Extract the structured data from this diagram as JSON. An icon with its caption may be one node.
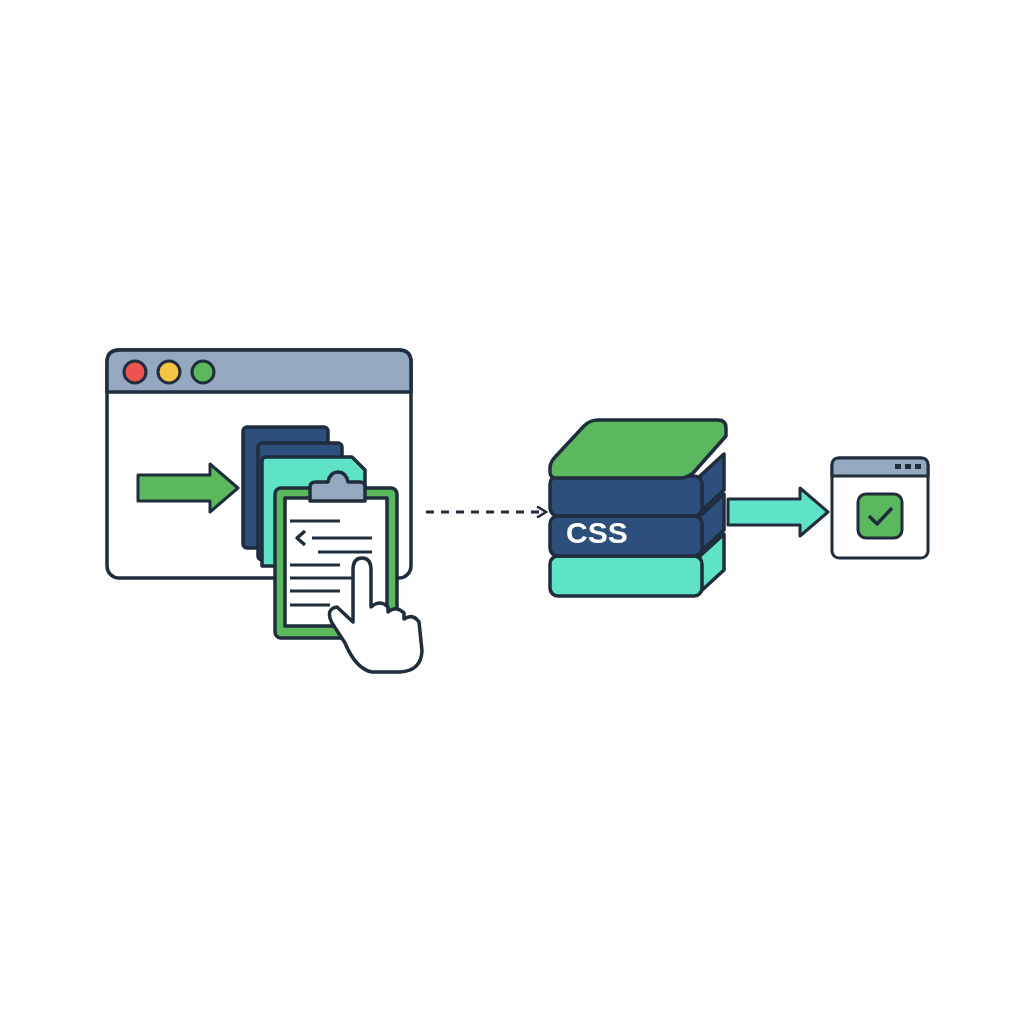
{
  "diagram": {
    "nodes": [
      {
        "text": [],
        "shape": "picture"
      },
      {
        "text": [],
        "shape": "picture"
      },
      {
        "text": [
          "CSS"
        ]
      },
      {
        "text": [],
        "shape": "picture"
      }
    ],
    "edges": [
      {
        "from": null,
        "to": 1,
        "arrow": "to",
        "style": "thick",
        "color": "#5cb85c"
      },
      {
        "from": 1,
        "to": 2,
        "arrow": "to",
        "style": "dashed"
      },
      {
        "from": 2,
        "to": 3,
        "arrow": "to",
        "style": "thick",
        "color": "#5fe3c6"
      }
    ]
  }
}
